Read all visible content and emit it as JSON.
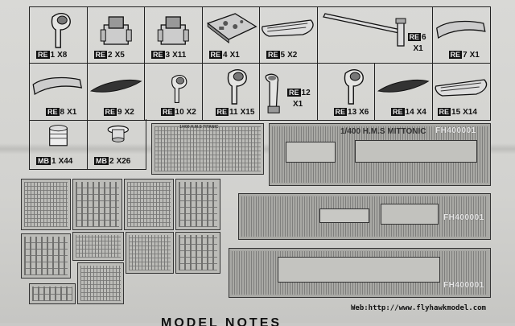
{
  "parts_top": [
    {
      "code": "RE",
      "num": "1",
      "qty": "X8",
      "icon": "vent-cowl-icon"
    },
    {
      "code": "RE",
      "num": "2",
      "qty": "X5",
      "icon": "winch-icon"
    },
    {
      "code": "RE",
      "num": "3",
      "qty": "X11",
      "icon": "winch-icon"
    },
    {
      "code": "RE",
      "num": "4",
      "qty": "X1",
      "icon": "platform-icon"
    },
    {
      "code": "RE",
      "num": "5",
      "qty": "X2",
      "icon": "boat-icon"
    },
    {
      "code": "RE",
      "num": "6",
      "qty": "X1",
      "icon": "crane-arm-icon"
    },
    {
      "code": "RE",
      "num": "7",
      "qty": "X1",
      "icon": "shield-icon"
    }
  ],
  "parts_mid": [
    {
      "code": "RE",
      "num": "8",
      "qty": "X1",
      "icon": "shield-icon"
    },
    {
      "code": "RE",
      "num": "9",
      "qty": "X2",
      "icon": "hull-strip-icon"
    },
    {
      "code": "RE",
      "num": "10",
      "qty": "X2",
      "icon": "vent-cowl-icon"
    },
    {
      "code": "RE",
      "num": "11",
      "qty": "X15",
      "icon": "vent-cowl-icon"
    },
    {
      "code": "RE",
      "num": "12",
      "qty": "X1",
      "icon": "tall-vent-icon"
    },
    {
      "code": "RE",
      "num": "13",
      "qty": "X6",
      "icon": "vent-cowl-icon"
    },
    {
      "code": "RE",
      "num": "14",
      "qty": "X4",
      "icon": "hull-strip-icon"
    },
    {
      "code": "RE",
      "num": "15",
      "qty": "X14",
      "icon": "boat-icon"
    }
  ],
  "parts_bottom": [
    {
      "code": "MB",
      "num": "1",
      "qty": "X44",
      "icon": "drum-icon"
    },
    {
      "code": "MB",
      "num": "2",
      "qty": "X26",
      "icon": "bollard-icon"
    }
  ],
  "frets": {
    "deck_title": "1/400 H.M.S MITTONIC",
    "fret_code_1": "FH400001",
    "fret_code_2": "FH400001",
    "fret_code_3": "FH400001",
    "pe_title": "1/400 H.M.S TITANIC"
  },
  "footer": {
    "web": "Web:http://www.flyhawkmodel.com",
    "big_title": "MODEL NOTES"
  }
}
